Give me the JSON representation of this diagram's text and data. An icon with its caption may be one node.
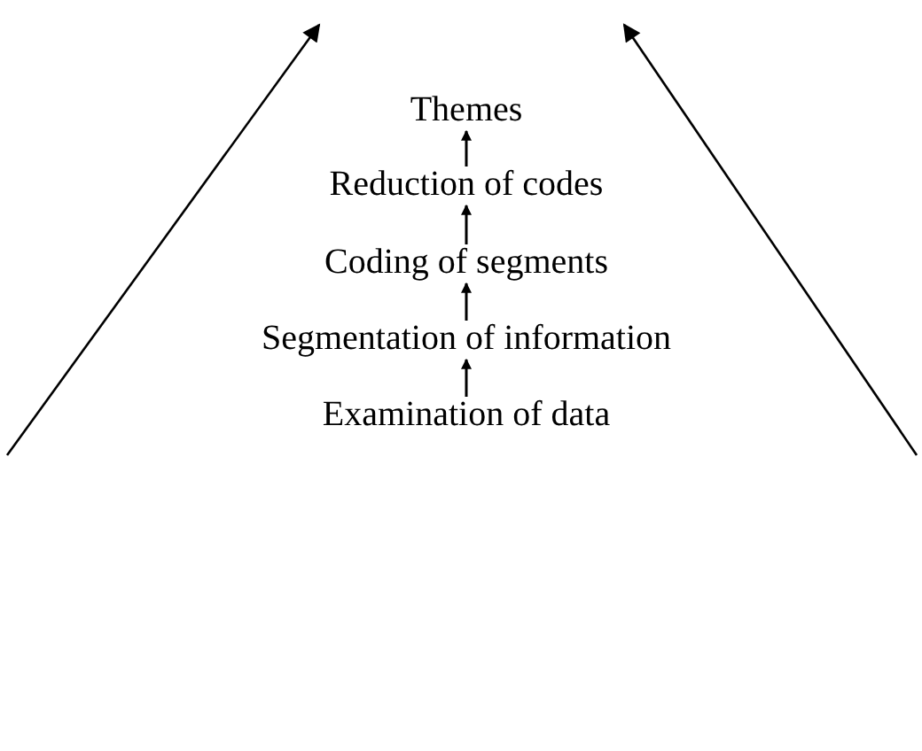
{
  "diagram": {
    "nodes": [
      {
        "text": [
          "Themes"
        ]
      },
      {
        "text": [
          "Reduction of codes"
        ]
      },
      {
        "text": [
          "Coding of segments"
        ]
      },
      {
        "text": [
          "Segmentation of information"
        ]
      },
      {
        "text": [
          "Examination of data"
        ]
      }
    ],
    "edges": [
      {
        "from": 1,
        "to": 0,
        "arrow": "to"
      },
      {
        "from": 2,
        "to": 1,
        "arrow": "to"
      },
      {
        "from": 3,
        "to": 2,
        "arrow": "to"
      },
      {
        "from": 4,
        "to": 3,
        "arrow": "to"
      }
    ]
  }
}
